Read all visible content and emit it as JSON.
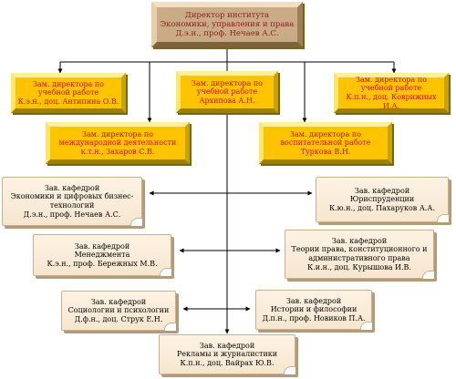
{
  "director": {
    "lines": [
      "Директор института",
      "Экономики, управления и права",
      "Д.э.н., проф. Нечаев А.С."
    ]
  },
  "deputies": [
    {
      "id": "deputy-education-left",
      "lines": [
        "Зам. директора по",
        "учебной работе",
        "К.э.н., доц. Антипина О.В."
      ]
    },
    {
      "id": "deputy-education-center",
      "lines": [
        "Зам. директора по",
        "учебной работе",
        "Архипова А.Н."
      ]
    },
    {
      "id": "deputy-education-right",
      "lines": [
        "Зам. директора по",
        "учебной работе",
        "К.п.н., доц. Коврижных И.А."
      ]
    },
    {
      "id": "deputy-international",
      "lines": [
        "Зам. директора по",
        "международной деятельности",
        "к.т.н., Захаров С.В."
      ]
    },
    {
      "id": "deputy-upbringing",
      "lines": [
        "Зам. директора по",
        "воспитательной работе",
        "Туркова В.Н."
      ]
    }
  ],
  "departments": [
    {
      "id": "dept-economics",
      "lines": [
        "Зав. кафедрой",
        "Экономики и цифровых бизнес-",
        "технологий",
        "Д.э.н., проф. Нечаев А.С."
      ]
    },
    {
      "id": "dept-law",
      "lines": [
        "Зав. кафедрой",
        "Юриспруденции",
        "К.ю.н., доц. Пахаруков А.А."
      ]
    },
    {
      "id": "dept-management",
      "lines": [
        "Зав. кафедрой",
        "Менеджмента",
        "К.э.н., проф. Бережных М.В."
      ]
    },
    {
      "id": "dept-law-theory",
      "lines": [
        "Зав. кафедрой",
        "Теории права, конституционного и",
        "административного права",
        "К.и.н., доц. Курышова И.В."
      ]
    },
    {
      "id": "dept-sociology",
      "lines": [
        "Зав. кафедрой",
        "Социологии и психологии",
        "Д.ф.н., доц. Струк Е.Н."
      ]
    },
    {
      "id": "dept-history",
      "lines": [
        "Зав. кафедрой",
        "Истории и философии",
        "Д.п.н., проф. Новиков П.А."
      ]
    },
    {
      "id": "dept-advertising",
      "lines": [
        "Зав. кафедрой",
        "Рекламы и журналистики",
        "К.п.н., доц. Вайрах Ю.В."
      ]
    }
  ]
}
